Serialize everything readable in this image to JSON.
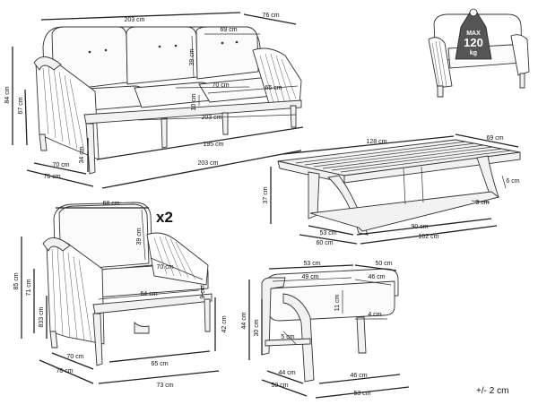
{
  "sofa": {
    "width_top": "203 cm",
    "depth_top": "76 cm",
    "back_cushion_w": "69 cm",
    "back_cushion_h": "39 cm",
    "seat_depth": "70 cm",
    "seat_width": "65 cm",
    "seat_thick": "10 cm",
    "seat_length": "203 cm",
    "height": "84 cm",
    "seat_height": "67 cm",
    "leg_height": "34 cm",
    "depth_a": "70 cm",
    "depth_b": "76 cm",
    "inner_width": "195 cm",
    "total_width": "203 cm"
  },
  "table": {
    "length_top": "128 cm",
    "width_top": "69 cm",
    "height": "37 cm",
    "top_thick": "6 cm",
    "base_thick": "3 cm",
    "base_w_a": "53 cm",
    "base_w_b": "60 cm",
    "base_len_a": "90 cm",
    "base_len_b": "102 cm"
  },
  "chair": {
    "quantity": "x2",
    "back_width": "68 cm",
    "back_cushion_h": "39 cm",
    "seat_depth": "70 cm",
    "seat_width": "64 cm",
    "seat_thick": "9 cm",
    "height": "85 cm",
    "seat_height": "71 cm",
    "seat_level": "833 cm",
    "arm_height": "42 cm",
    "depth_a": "70 cm",
    "depth_b": "76 cm",
    "inner_width": "65 cm",
    "total_width": "73 cm"
  },
  "ottoman": {
    "top_w_a": "53 cm",
    "top_d_a": "50 cm",
    "top_w_b": "49 cm",
    "top_d_b": "46 cm",
    "cushion_h": "11 cm",
    "cushion_thick": "4 cm",
    "leg_w": "5 cm",
    "height": "44 cm",
    "leg_height": "30 cm",
    "depth_a": "44 cm",
    "depth_b": "50 cm",
    "inner_width": "46 cm",
    "total_width": "53 cm"
  },
  "badge": {
    "line1": "MAX",
    "line2": "120",
    "line3": "kg"
  },
  "tolerance": "+/- 2 cm"
}
